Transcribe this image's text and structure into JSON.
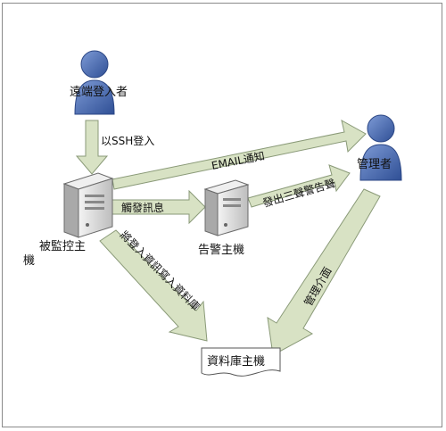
{
  "nodes": {
    "remote_user": "遠端登入者",
    "monitored_host_line1": "被監控主",
    "monitored_host_line2": "機",
    "alert_host": "告警主機",
    "admin": "管理者",
    "db_host": "資料庫主機"
  },
  "edges": {
    "ssh_login": "以SSH登入",
    "email_notify": "EMAIL通知",
    "trigger_message": "觸發訊息",
    "sound_alarm": "發出三聲警告聲",
    "write_db": "將登入資訊寫入資料庫",
    "mgmt_ui": "管理介面"
  },
  "colors": {
    "person": "#5a7cc0",
    "arrow_fill": "#d8e2c4",
    "arrow_stroke": "#8a9a78",
    "server": "#d9d9d9"
  },
  "icons": [
    "person-icon",
    "server-icon",
    "database-icon"
  ]
}
